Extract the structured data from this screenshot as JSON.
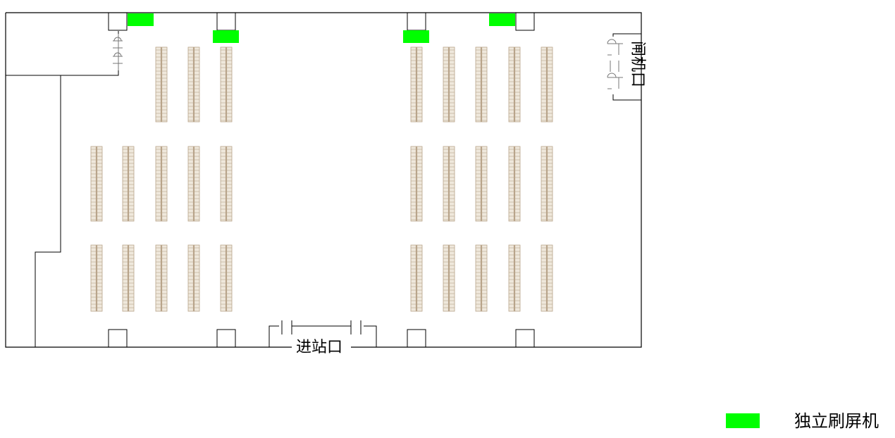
{
  "labels": {
    "gate": "闸机口",
    "entrance": "进站口"
  },
  "legend": {
    "label": "独立刷屏机",
    "color": "#00ff00"
  },
  "colors": {
    "wall": "#000000",
    "seat": "#b8a48a",
    "seat_fill": "#efe8dc",
    "kiosk": "#00ff00"
  }
}
